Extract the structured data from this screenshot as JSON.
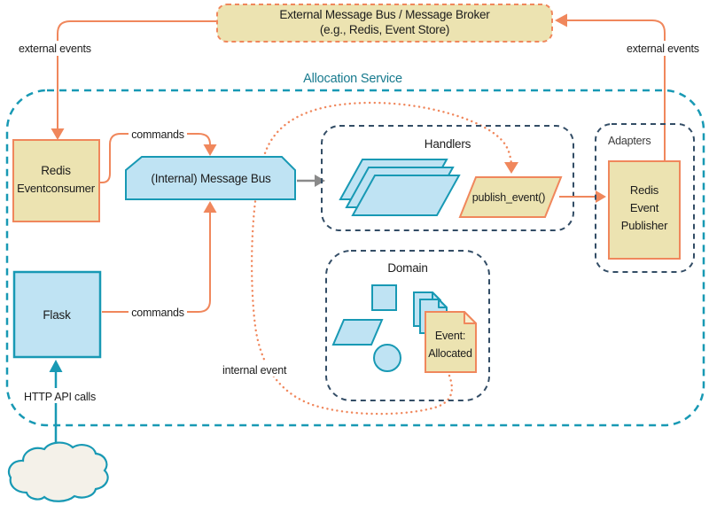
{
  "colors": {
    "orange": "#f0875c",
    "tan_fill": "#ece3b1",
    "blue_fill": "#bfe3f3",
    "teal": "#1899b4",
    "teal_title_text": "#177a8e",
    "navy_dash": "#334d66",
    "gray_arrow": "#8a8a8a",
    "cloud_fill": "#f4f1e9"
  },
  "external_bus": {
    "title_line1": "External Message Bus / Message Broker",
    "title_line2": "(e.g., Redis, Event Store)"
  },
  "allocation_service": {
    "title": "Allocation Service"
  },
  "labels": {
    "external_events_left": "external events",
    "external_events_right": "external events",
    "commands_top": "commands",
    "commands_bottom": "commands",
    "internal_event": "internal event",
    "http_api_calls": "HTTP API calls"
  },
  "consumer": {
    "line1": "Redis",
    "line2": "Eventconsumer"
  },
  "message_bus": {
    "label": "(Internal) Message Bus"
  },
  "handlers": {
    "title": "Handlers",
    "publish_event": "publish_event()"
  },
  "adapters": {
    "title": "Adapters",
    "publisher_line1": "Redis",
    "publisher_line2": "Event",
    "publisher_line3": "Publisher"
  },
  "domain": {
    "title": "Domain",
    "event_note_line1": "Event:",
    "event_note_line2": "Allocated"
  },
  "flask": {
    "label": "Flask"
  }
}
